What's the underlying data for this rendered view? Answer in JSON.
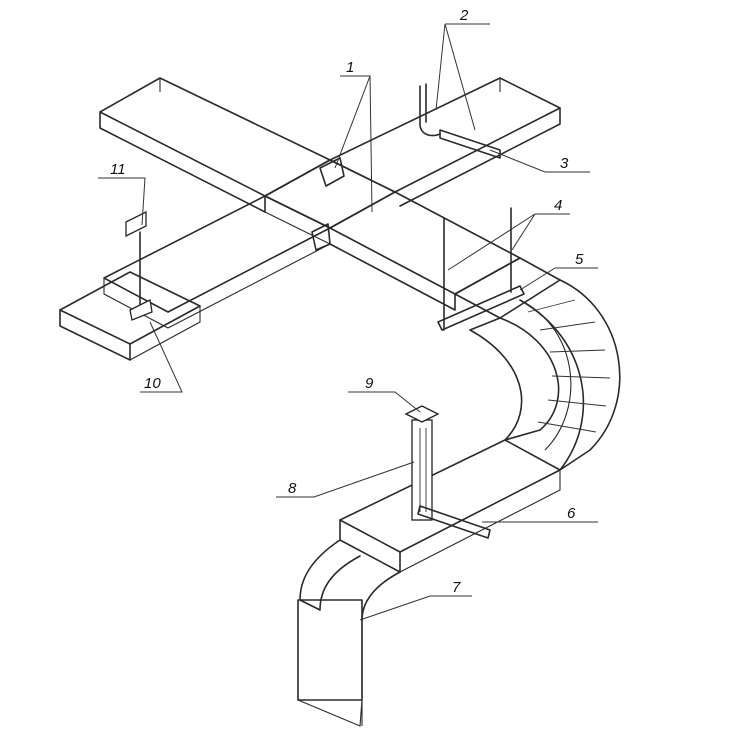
{
  "labels": {
    "l1": "1",
    "l2": "2",
    "l3": "3",
    "l4": "4",
    "l5": "5",
    "l6": "6",
    "l7": "7",
    "l8": "8",
    "l9": "9",
    "l10": "10",
    "l11": "11"
  },
  "colors": {
    "line": "#2a2a2a",
    "background": "#ffffff"
  }
}
